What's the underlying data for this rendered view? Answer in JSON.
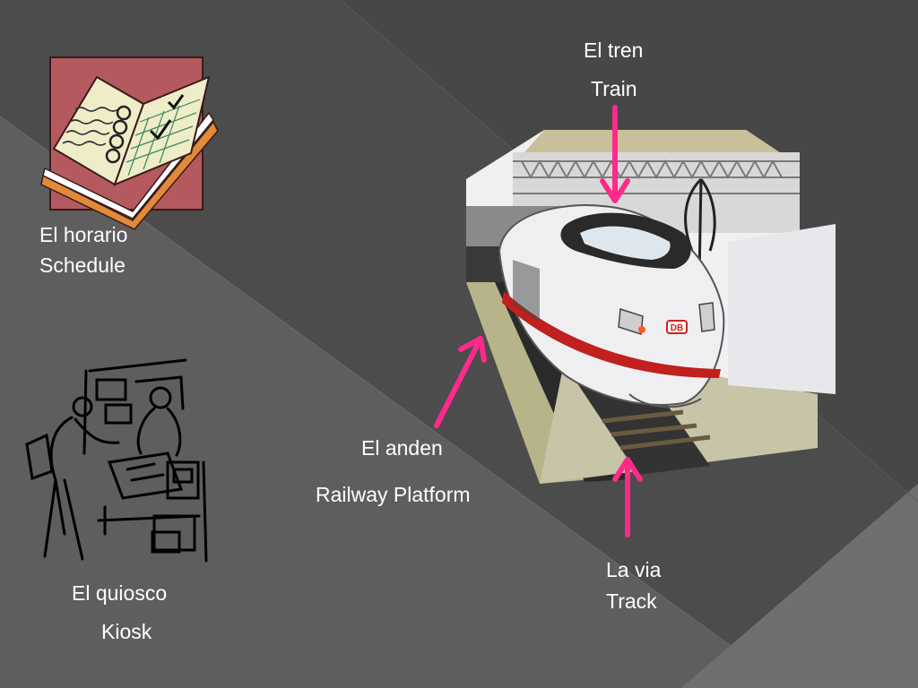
{
  "labels": {
    "train_es": "El tren",
    "train_en": "Train",
    "schedule_es": "El horario",
    "schedule_en": "Schedule",
    "platform_es": "El anden",
    "platform_en": "Railway Platform",
    "track_es": "La via",
    "track_en": "Track",
    "kiosk_es": "El quiosco",
    "kiosk_en": "Kiosk"
  },
  "train_logo": "DB",
  "colors": {
    "arrow": "#ff2a8a",
    "text": "#ffffff",
    "background": "#555555"
  }
}
